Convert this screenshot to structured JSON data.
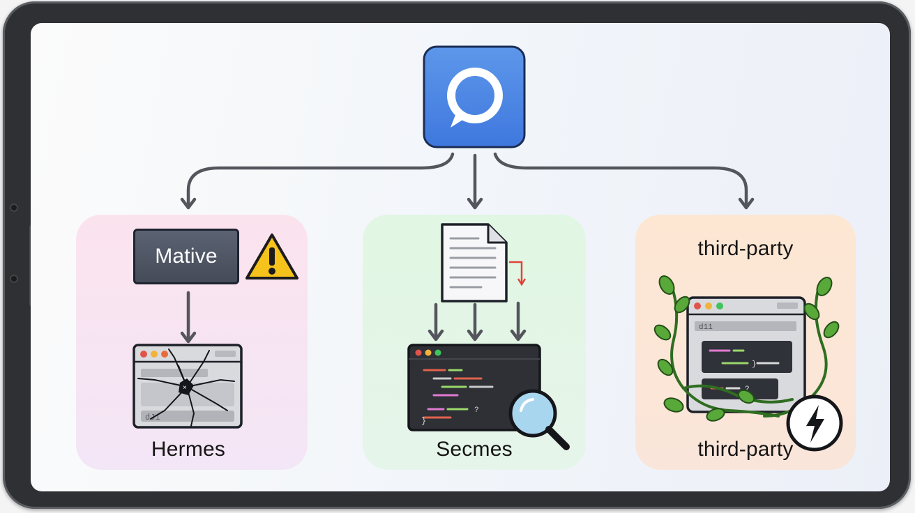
{
  "diagram": {
    "top_icon": "chat-bubble-app-icon",
    "left_node": {
      "box_label": "Mative",
      "warning_icon": "warning-triangle-icon",
      "image_icon": "cracked-browser-window-icon",
      "caption": "Hermes"
    },
    "middle_node": {
      "image_icon": "document-with-code-and-magnifier-icon",
      "caption": "Secmes"
    },
    "right_node": {
      "title": "third-party",
      "image_icon": "vine-wrapped-browser-with-lightning-icon",
      "caption": "third-party"
    },
    "colors": {
      "app_icon": "#4b86e6",
      "left_panel": "#fbe3ee",
      "middle_panel": "#e1f6e3",
      "right_panel": "#fde7d3",
      "arrow": "#52535a",
      "warning": "#f6c21c",
      "vine": "#3f8a2c"
    }
  }
}
